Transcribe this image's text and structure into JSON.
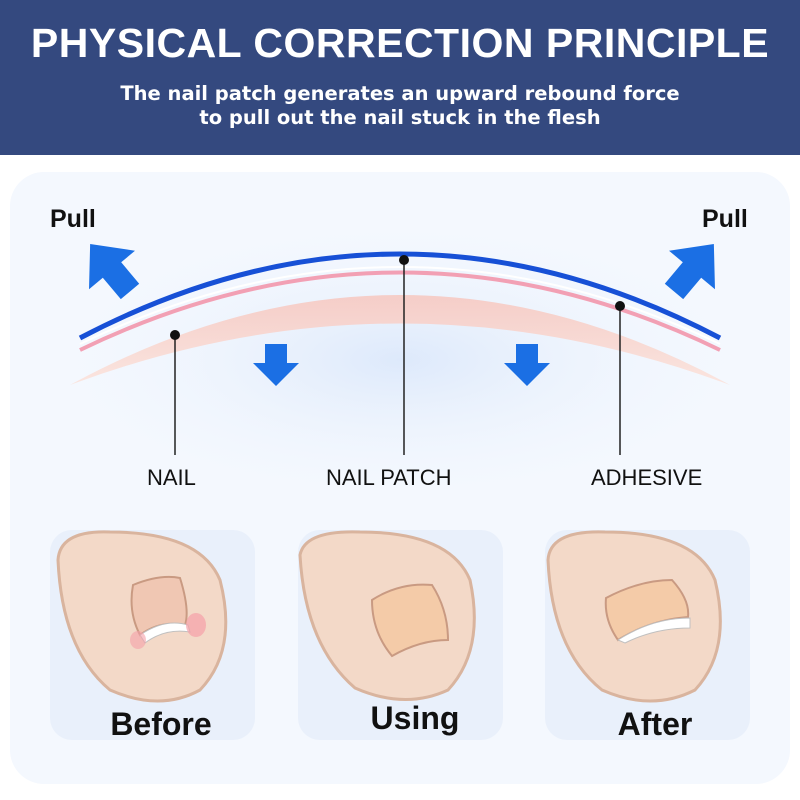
{
  "header": {
    "title": "PHYSICAL CORRECTION PRINCIPLE",
    "subtitle_line1": "The nail patch generates an upward rebound force",
    "subtitle_line2": "to pull out the nail stuck in the flesh"
  },
  "diagram": {
    "pull_left": "Pull",
    "pull_right": "Pull",
    "label_nail": "NAIL",
    "label_patch": "NAIL PATCH",
    "label_adhesive": "ADHESIVE"
  },
  "stages": {
    "before": "Before",
    "using": "Using",
    "after": "After"
  },
  "colors": {
    "header_bg": "#34497f",
    "arrow_blue": "#1b6fe4",
    "patch_blue": "#1750d6",
    "adhesive_pink": "#f2a0b4",
    "skin": "#f3d9c8"
  }
}
